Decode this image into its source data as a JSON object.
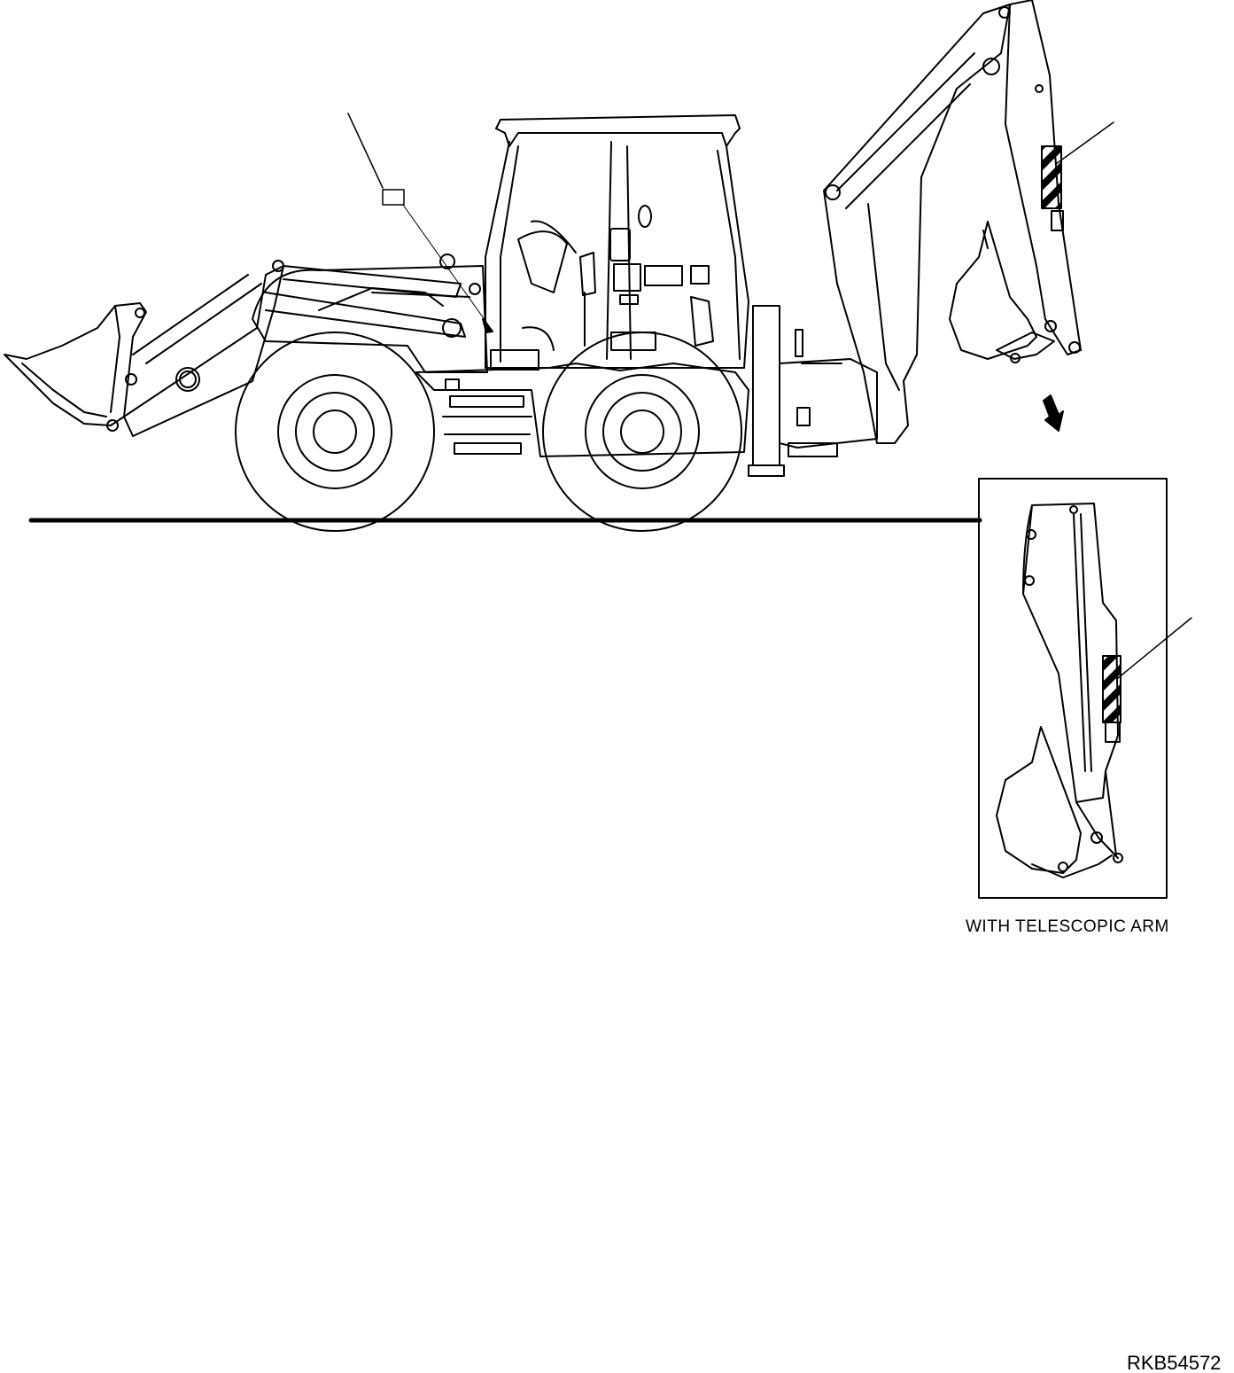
{
  "detail": {
    "caption": "WITH TELESCOPIC ARM"
  },
  "figure": {
    "id": "RKB54572"
  },
  "icons": {
    "machine": "backhoe-loader-side-view",
    "callout_tag": "label-tag-icon",
    "hazard_stripe": "warning-stripe-decal-icon",
    "arrow": "down-arrow-icon"
  }
}
